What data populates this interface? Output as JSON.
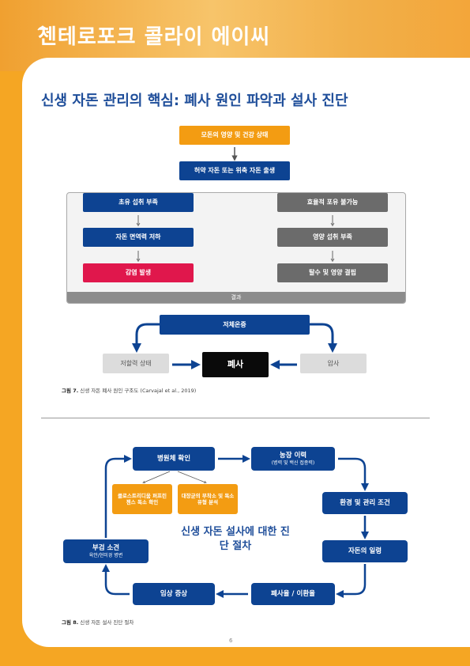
{
  "header": {
    "brand": "젠테로포크 콜라이 에이씨"
  },
  "title": "신생 자돈 관리의 핵심: 폐사 원인 파악과 설사 진단",
  "figure7": {
    "top": [
      "모돈의 영양 및 건강 상태",
      "허약 자돈 또는 위축 자돈 출생"
    ],
    "left_chain": [
      "초유 섭취 부족",
      "자돈 면역력 저하",
      "감염 발생"
    ],
    "right_chain": [
      "효율적 포유 불가능",
      "영양 섭취 부족",
      "탈수 및 영양 결핍"
    ],
    "result_label": "결과",
    "hypothermia": "저체온증",
    "weak_state": "저할력 상태",
    "death": "폐사",
    "crushing": "압사",
    "caption_label": "그림 7.",
    "caption_text": "신생 자돈 폐사 원인 구조도 (Carvajal et al., 2019)"
  },
  "figure8": {
    "center_title": "신생 자돈 설사에 대한 진단 절차",
    "pathogen": "병원체 확인",
    "farm_history": "농장 이력",
    "farm_history_sub": "(병력 및 백신 접종력)",
    "environment": "환경 및 관리 조건",
    "age": "자돈의 일령",
    "mortality": "폐사율 / 이환율",
    "symptoms": "임상 증상",
    "necropsy": "부검 소견",
    "necropsy_sub": "육안/현미경 병변",
    "sub_left": "클로스트리디움 퍼프린젠스 독소 확인",
    "sub_right": "대장균의 부착소 및 독소 유형 분석",
    "caption_label": "그림 8.",
    "caption_text": "신생 자돈 설사 진단 절차"
  },
  "page_number": "6",
  "colors": {
    "navy": "#0d4392",
    "orange": "#f39c12",
    "red": "#e0174c",
    "gray": "#6b6b6b"
  }
}
